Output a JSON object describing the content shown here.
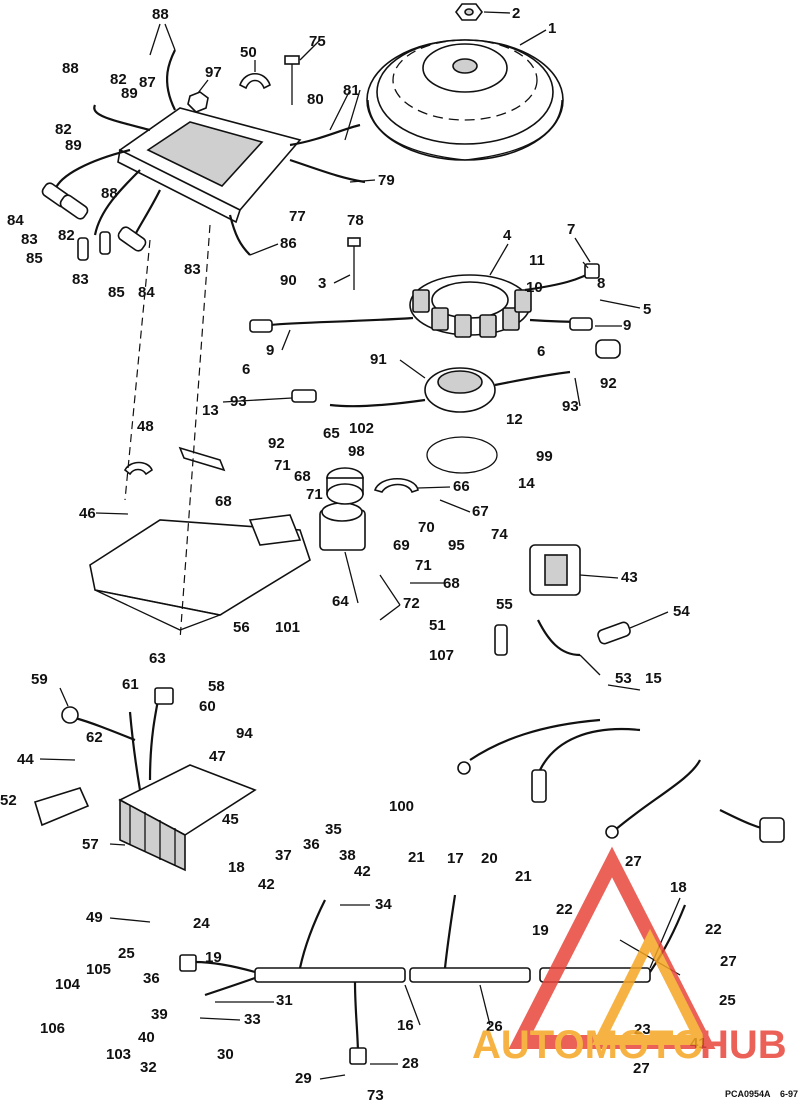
{
  "diagram": {
    "callouts": [
      {
        "id": "c1",
        "text": "1"
      },
      {
        "id": "c2",
        "text": "2"
      },
      {
        "id": "c3",
        "text": "3"
      },
      {
        "id": "c4",
        "text": "4"
      },
      {
        "id": "c5",
        "text": "5"
      },
      {
        "id": "c6a",
        "text": "6"
      },
      {
        "id": "c6b",
        "text": "6"
      },
      {
        "id": "c7",
        "text": "7"
      },
      {
        "id": "c8",
        "text": "8"
      },
      {
        "id": "c9a",
        "text": "9"
      },
      {
        "id": "c9b",
        "text": "9"
      },
      {
        "id": "c10",
        "text": "10"
      },
      {
        "id": "c11",
        "text": "11"
      },
      {
        "id": "c12",
        "text": "12"
      },
      {
        "id": "c13",
        "text": "13"
      },
      {
        "id": "c14",
        "text": "14"
      },
      {
        "id": "c15",
        "text": "15"
      },
      {
        "id": "c16",
        "text": "16"
      },
      {
        "id": "c17",
        "text": "17"
      },
      {
        "id": "c18a",
        "text": "18"
      },
      {
        "id": "c18b",
        "text": "18"
      },
      {
        "id": "c19a",
        "text": "19"
      },
      {
        "id": "c19b",
        "text": "19"
      },
      {
        "id": "c20",
        "text": "20"
      },
      {
        "id": "c21a",
        "text": "21"
      },
      {
        "id": "c21b",
        "text": "21"
      },
      {
        "id": "c22a",
        "text": "22"
      },
      {
        "id": "c22b",
        "text": "22"
      },
      {
        "id": "c23",
        "text": "23"
      },
      {
        "id": "c24",
        "text": "24"
      },
      {
        "id": "c25a",
        "text": "25"
      },
      {
        "id": "c25b",
        "text": "25"
      },
      {
        "id": "c26",
        "text": "26"
      },
      {
        "id": "c27a",
        "text": "27"
      },
      {
        "id": "c27b",
        "text": "27"
      },
      {
        "id": "c27c",
        "text": "27"
      },
      {
        "id": "c28",
        "text": "28"
      },
      {
        "id": "c29",
        "text": "29"
      },
      {
        "id": "c30",
        "text": "30"
      },
      {
        "id": "c31",
        "text": "31"
      },
      {
        "id": "c32",
        "text": "32"
      },
      {
        "id": "c33",
        "text": "33"
      },
      {
        "id": "c34",
        "text": "34"
      },
      {
        "id": "c35",
        "text": "35"
      },
      {
        "id": "c36a",
        "text": "36"
      },
      {
        "id": "c36b",
        "text": "36"
      },
      {
        "id": "c37",
        "text": "37"
      },
      {
        "id": "c38",
        "text": "38"
      },
      {
        "id": "c39",
        "text": "39"
      },
      {
        "id": "c40",
        "text": "40"
      },
      {
        "id": "c41",
        "text": "41"
      },
      {
        "id": "c42a",
        "text": "42"
      },
      {
        "id": "c42b",
        "text": "42"
      },
      {
        "id": "c43",
        "text": "43"
      },
      {
        "id": "c44",
        "text": "44"
      },
      {
        "id": "c45",
        "text": "45"
      },
      {
        "id": "c46",
        "text": "46"
      },
      {
        "id": "c47",
        "text": "47"
      },
      {
        "id": "c48",
        "text": "48"
      },
      {
        "id": "c49",
        "text": "49"
      },
      {
        "id": "c50",
        "text": "50"
      },
      {
        "id": "c51",
        "text": "51"
      },
      {
        "id": "c52",
        "text": "52"
      },
      {
        "id": "c53",
        "text": "53"
      },
      {
        "id": "c54",
        "text": "54"
      },
      {
        "id": "c55",
        "text": "55"
      },
      {
        "id": "c56",
        "text": "56"
      },
      {
        "id": "c57",
        "text": "57"
      },
      {
        "id": "c58",
        "text": "58"
      },
      {
        "id": "c59",
        "text": "59"
      },
      {
        "id": "c60",
        "text": "60"
      },
      {
        "id": "c61",
        "text": "61"
      },
      {
        "id": "c62",
        "text": "62"
      },
      {
        "id": "c63",
        "text": "63"
      },
      {
        "id": "c64",
        "text": "64"
      },
      {
        "id": "c65",
        "text": "65"
      },
      {
        "id": "c66",
        "text": "66"
      },
      {
        "id": "c67",
        "text": "67"
      },
      {
        "id": "c68a",
        "text": "68"
      },
      {
        "id": "c68b",
        "text": "68"
      },
      {
        "id": "c68c",
        "text": "68"
      },
      {
        "id": "c69",
        "text": "69"
      },
      {
        "id": "c70",
        "text": "70"
      },
      {
        "id": "c71a",
        "text": "71"
      },
      {
        "id": "c71b",
        "text": "71"
      },
      {
        "id": "c71c",
        "text": "71"
      },
      {
        "id": "c72",
        "text": "72"
      },
      {
        "id": "c73",
        "text": "73"
      },
      {
        "id": "c74",
        "text": "74"
      },
      {
        "id": "c75",
        "text": "75"
      },
      {
        "id": "c77",
        "text": "77"
      },
      {
        "id": "c78",
        "text": "78"
      },
      {
        "id": "c79",
        "text": "79"
      },
      {
        "id": "c80",
        "text": "80"
      },
      {
        "id": "c81",
        "text": "81"
      },
      {
        "id": "c82a",
        "text": "82"
      },
      {
        "id": "c82b",
        "text": "82"
      },
      {
        "id": "c82c",
        "text": "82"
      },
      {
        "id": "c83a",
        "text": "83"
      },
      {
        "id": "c83b",
        "text": "83"
      },
      {
        "id": "c83c",
        "text": "83"
      },
      {
        "id": "c84a",
        "text": "84"
      },
      {
        "id": "c84b",
        "text": "84"
      },
      {
        "id": "c85a",
        "text": "85"
      },
      {
        "id": "c85b",
        "text": "85"
      },
      {
        "id": "c86",
        "text": "86"
      },
      {
        "id": "c87",
        "text": "87"
      },
      {
        "id": "c88a",
        "text": "88"
      },
      {
        "id": "c88b",
        "text": "88"
      },
      {
        "id": "c88c",
        "text": "88"
      },
      {
        "id": "c89a",
        "text": "89"
      },
      {
        "id": "c89b",
        "text": "89"
      },
      {
        "id": "c90",
        "text": "90"
      },
      {
        "id": "c91",
        "text": "91"
      },
      {
        "id": "c92a",
        "text": "92"
      },
      {
        "id": "c92b",
        "text": "92"
      },
      {
        "id": "c93a",
        "text": "93"
      },
      {
        "id": "c93b",
        "text": "93"
      },
      {
        "id": "c94",
        "text": "94"
      },
      {
        "id": "c95",
        "text": "95"
      },
      {
        "id": "c97",
        "text": "97"
      },
      {
        "id": "c98",
        "text": "98"
      },
      {
        "id": "c99",
        "text": "99"
      },
      {
        "id": "c100",
        "text": "100"
      },
      {
        "id": "c101",
        "text": "101"
      },
      {
        "id": "c102",
        "text": "102"
      },
      {
        "id": "c103",
        "text": "103"
      },
      {
        "id": "c104",
        "text": "104"
      },
      {
        "id": "c105",
        "text": "105"
      },
      {
        "id": "c106",
        "text": "106"
      },
      {
        "id": "c107",
        "text": "107"
      }
    ],
    "drawing_code": "PCA0954A",
    "date_code": "6-97"
  },
  "watermark": {
    "text_left": "AUTOMOTO",
    "text_right": "HUB",
    "color_primary": "#e8463c",
    "color_secondary": "#f5a623"
  }
}
